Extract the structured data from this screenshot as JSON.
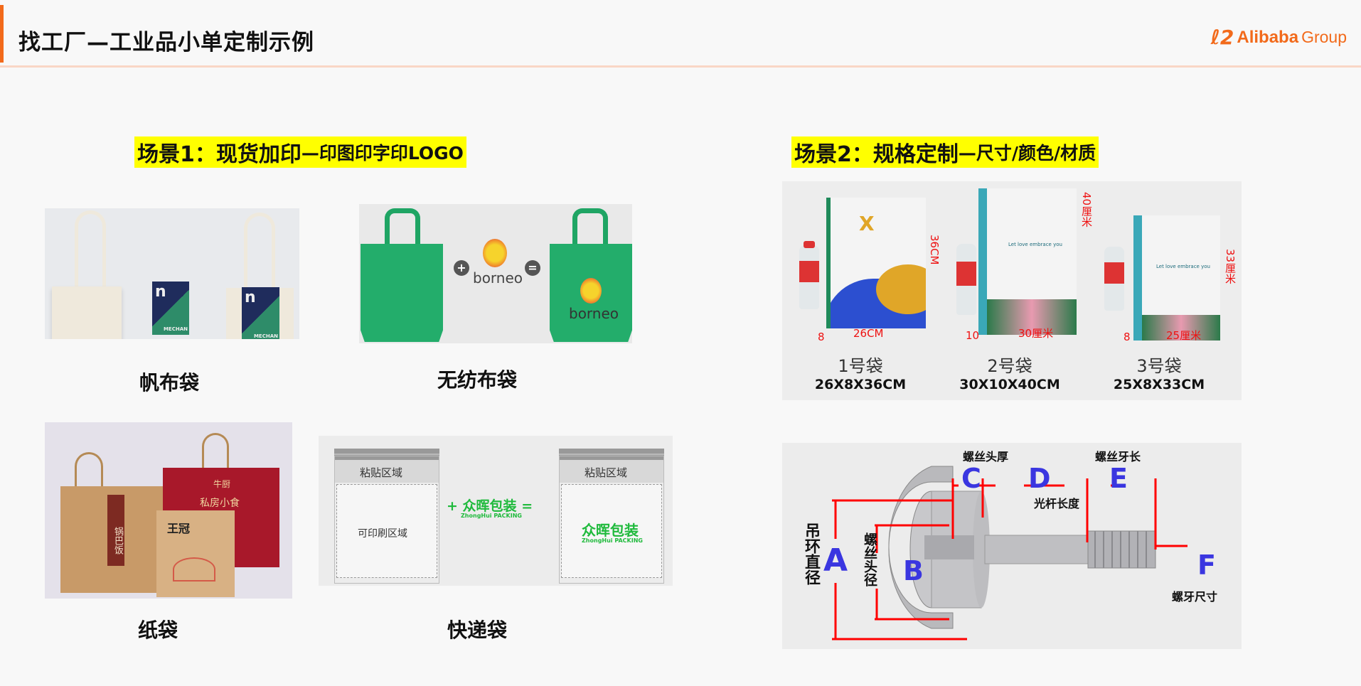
{
  "header": {
    "title": "找工厂—工业品小单定制示例",
    "logo_brand": "Alibaba",
    "logo_group": "Group",
    "accent": "#f26a1b"
  },
  "scene1": {
    "heading_main": "场景1：现货加印",
    "heading_sub": "—印图印字印LOGO",
    "items": [
      {
        "label": "帆布袋",
        "logo_text": "MECHAN"
      },
      {
        "label": "无纺布袋",
        "logo_text": "borneo",
        "plus": "+",
        "equals": "="
      },
      {
        "label": "纸袋",
        "bag_texts": [
          "锅巴饭",
          "牛厨",
          "私房小食",
          "王冠"
        ]
      },
      {
        "label": "快递袋",
        "paste_area": "粘贴区域",
        "print_area": "可印刷区域",
        "brand": "众晖包装",
        "brand_en": "ZhongHui PACKING",
        "plus": "+",
        "equals": "="
      }
    ]
  },
  "scene2": {
    "heading_main": "场景2：规格定制",
    "heading_sub": "—尺寸/颜色/材质",
    "bags": [
      {
        "name": "1号袋",
        "size": "26X8X36CM",
        "height": "36CM",
        "width": "26CM",
        "depth": "8"
      },
      {
        "name": "2号袋",
        "size": "30X10X40CM",
        "height": "40厘米",
        "width": "30厘米",
        "depth": "10"
      },
      {
        "name": "3号袋",
        "size": "25X8X33CM",
        "height": "33厘米",
        "width": "25厘米",
        "depth": "8"
      }
    ],
    "screw": {
      "head_thickness": "螺丝头厚",
      "thread_length": "螺丝牙长",
      "shank_length": "光杆长度",
      "ring_diameter": "吊环直径",
      "head_diameter": "螺丝头径",
      "thread_size": "螺牙尺寸",
      "letters": {
        "a": "A",
        "b": "B",
        "c": "C",
        "d": "D",
        "e": "E",
        "f": "F"
      },
      "line_color": "#ff0000",
      "letter_color": "#3a36e0"
    }
  }
}
